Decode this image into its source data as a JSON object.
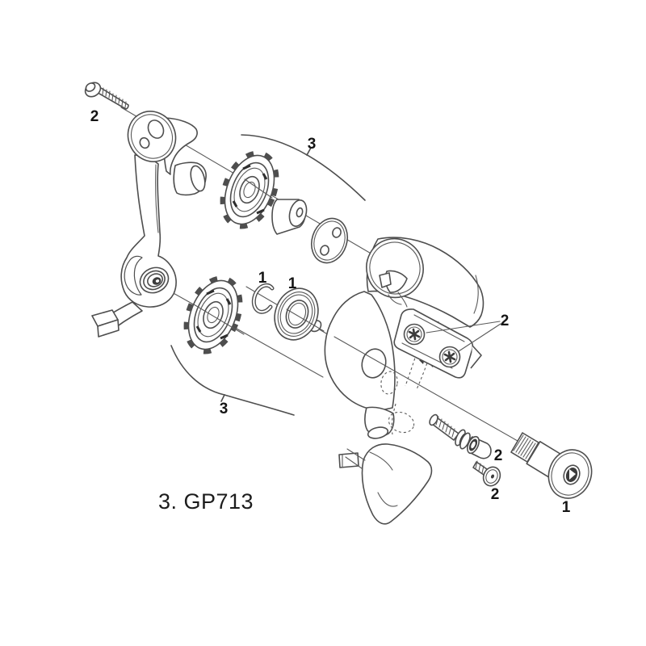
{
  "diagram": {
    "title": "3. GP713",
    "type": "exploded-parts-diagram",
    "subject": "rear derailleur pulley and bolt assembly",
    "colors": {
      "background": "#ffffff",
      "line": "#4e4e4e",
      "label": "#141414"
    },
    "callouts": [
      {
        "id": "cage-screw",
        "label": "2"
      },
      {
        "id": "upper-pulley-group",
        "label": "3"
      },
      {
        "id": "circlip",
        "label": "1"
      },
      {
        "id": "seal-ring",
        "label": "1"
      },
      {
        "id": "lower-pulley-group",
        "label": "3"
      },
      {
        "id": "body-link-screws",
        "label": "2"
      },
      {
        "id": "b-adjust-screw",
        "label": "2"
      },
      {
        "id": "washer-screw",
        "label": "2"
      },
      {
        "id": "mounting-bolt",
        "label": "1"
      }
    ]
  }
}
